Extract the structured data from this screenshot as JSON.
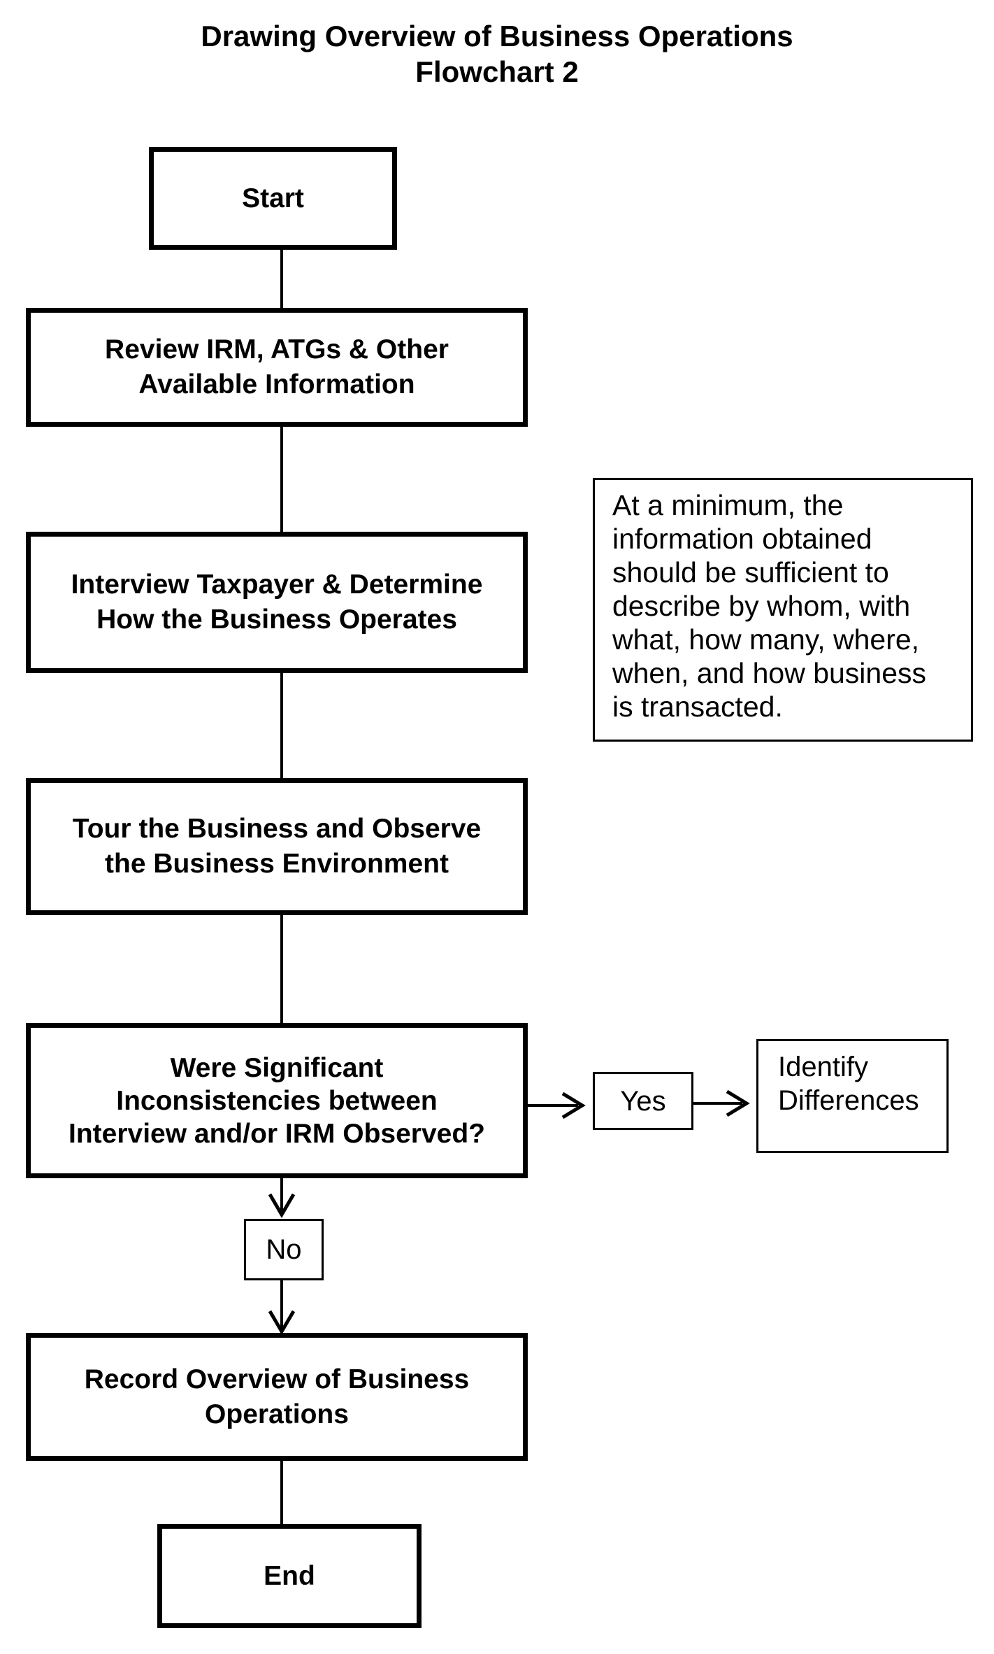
{
  "page": {
    "title": "Drawing Overview of Business Operations\nFlowchart 2"
  },
  "colors": {
    "background": "#ffffff",
    "line": "#000000",
    "text": "#000000"
  },
  "flowchart": {
    "nodes": {
      "start": {
        "label": "Start",
        "style": "thick"
      },
      "review": {
        "label": "Review IRM, ATGs & Other\nAvailable Information",
        "style": "thick"
      },
      "interview": {
        "label": "Interview Taxpayer & Determine\nHow the Business Operates",
        "style": "thick"
      },
      "note": {
        "label": "At a minimum, the\ninformation obtained\nshould be sufficient to\ndescribe by whom, with\nwhat, how many, where,\nwhen, and how business\nis transacted.",
        "style": "thin"
      },
      "tour": {
        "label": "Tour the Business and Observe\nthe Business Environment",
        "style": "thick"
      },
      "decision": {
        "label": "Were Significant\nInconsistencies between\nInterview and/or IRM Observed?",
        "style": "thick"
      },
      "yes": {
        "label": "Yes",
        "style": "thin"
      },
      "identify": {
        "label": "Identify\nDifferences",
        "style": "thin"
      },
      "no": {
        "label": "No",
        "style": "thin"
      },
      "record": {
        "label": "Record Overview of Business\nOperations",
        "style": "thick"
      },
      "end": {
        "label": "End",
        "style": "thick"
      }
    },
    "edges": [
      {
        "from": "start",
        "to": "review",
        "arrow": false,
        "direction": "down"
      },
      {
        "from": "review",
        "to": "interview",
        "arrow": false,
        "direction": "down"
      },
      {
        "from": "interview",
        "to": "tour",
        "arrow": false,
        "direction": "down"
      },
      {
        "from": "tour",
        "to": "decision",
        "arrow": false,
        "direction": "down"
      },
      {
        "from": "decision",
        "to": "yes",
        "arrow": true,
        "direction": "right"
      },
      {
        "from": "yes",
        "to": "identify",
        "arrow": true,
        "direction": "right"
      },
      {
        "from": "decision",
        "to": "no",
        "arrow": true,
        "direction": "down"
      },
      {
        "from": "no",
        "to": "record",
        "arrow": true,
        "direction": "down"
      },
      {
        "from": "record",
        "to": "end",
        "arrow": false,
        "direction": "down"
      }
    ]
  }
}
